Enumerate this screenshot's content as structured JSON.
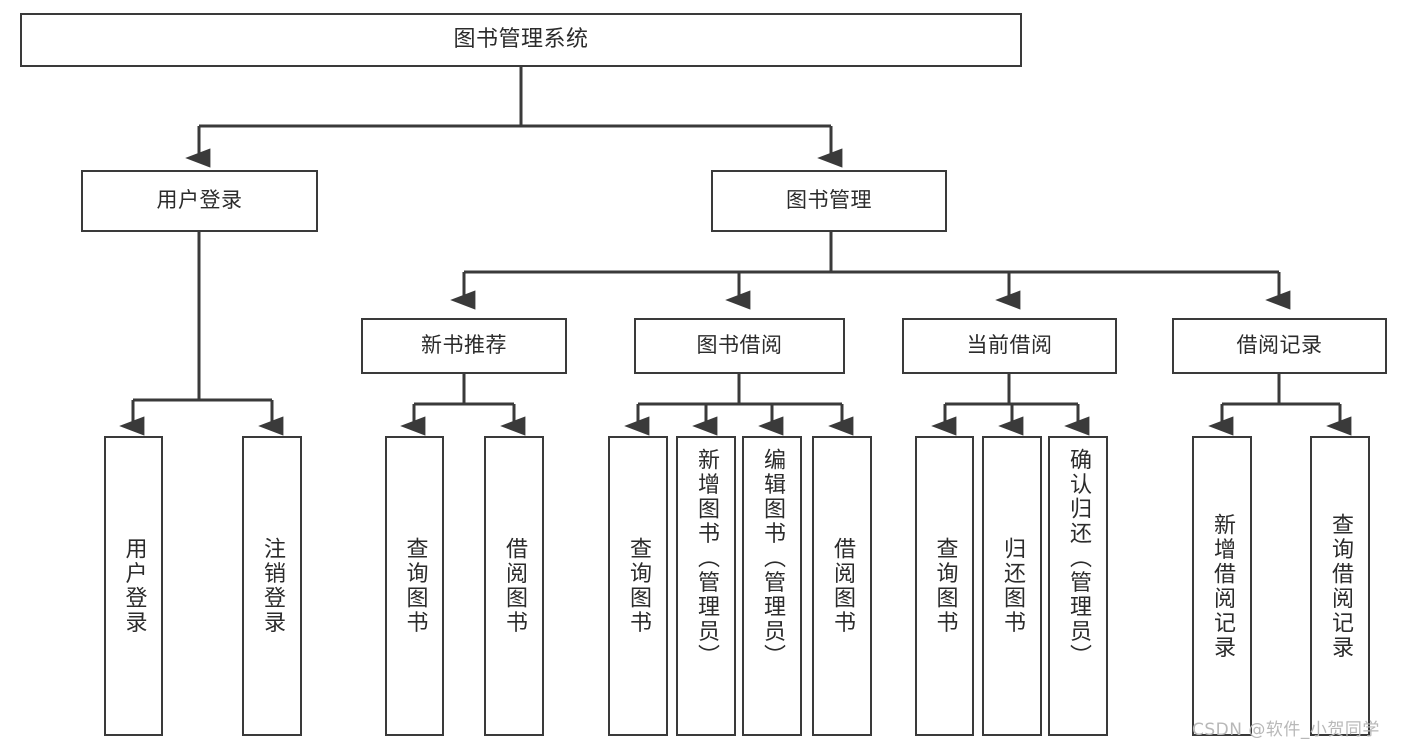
{
  "diagram": {
    "type": "tree",
    "title": "图书管理系统",
    "colors": {
      "stroke": "#3a3a3a",
      "node_fill": "#ffffff",
      "text": "#2b2b2b",
      "background": "#ffffff",
      "watermark": "#b8b8b8"
    },
    "levels": {
      "root": {
        "label": "图书管理系统"
      },
      "level2": [
        {
          "id": "user-login",
          "label": "用户登录"
        },
        {
          "id": "book-management",
          "label": "图书管理"
        }
      ],
      "level3": [
        {
          "id": "new-book-recommend",
          "label": "新书推荐",
          "parent": "book-management"
        },
        {
          "id": "book-borrow",
          "label": "图书借阅",
          "parent": "book-management"
        },
        {
          "id": "current-borrow",
          "label": "当前借阅",
          "parent": "book-management"
        },
        {
          "id": "borrow-record",
          "label": "借阅记录",
          "parent": "book-management"
        }
      ],
      "leaves": [
        {
          "id": "leaf-user-login",
          "label": "用户登录",
          "parent": "user-login"
        },
        {
          "id": "leaf-logout-login",
          "label": "注销登录",
          "parent": "user-login"
        },
        {
          "id": "leaf-query-book-1",
          "label": "查询图书",
          "parent": "new-book-recommend"
        },
        {
          "id": "leaf-borrow-book-1",
          "label": "借阅图书",
          "parent": "new-book-recommend"
        },
        {
          "id": "leaf-query-book-2",
          "label": "查询图书",
          "parent": "book-borrow"
        },
        {
          "id": "leaf-add-book-admin",
          "label": "新增图书（管理员）",
          "parent": "book-borrow"
        },
        {
          "id": "leaf-edit-book-admin",
          "label": "编辑图书（管理员）",
          "parent": "book-borrow"
        },
        {
          "id": "leaf-borrow-book-2",
          "label": "借阅图书",
          "parent": "book-borrow"
        },
        {
          "id": "leaf-query-book-3",
          "label": "查询图书",
          "parent": "current-borrow"
        },
        {
          "id": "leaf-return-book",
          "label": "归还图书",
          "parent": "current-borrow"
        },
        {
          "id": "leaf-confirm-return-admin",
          "label": "确认归还（管理员）",
          "parent": "current-borrow"
        },
        {
          "id": "leaf-add-borrow-record",
          "label": "新增借阅记录",
          "parent": "borrow-record"
        },
        {
          "id": "leaf-query-borrow-record",
          "label": "查询借阅记录",
          "parent": "borrow-record"
        }
      ]
    }
  },
  "watermark": {
    "text": "CSDN @软件_小贺同学"
  }
}
